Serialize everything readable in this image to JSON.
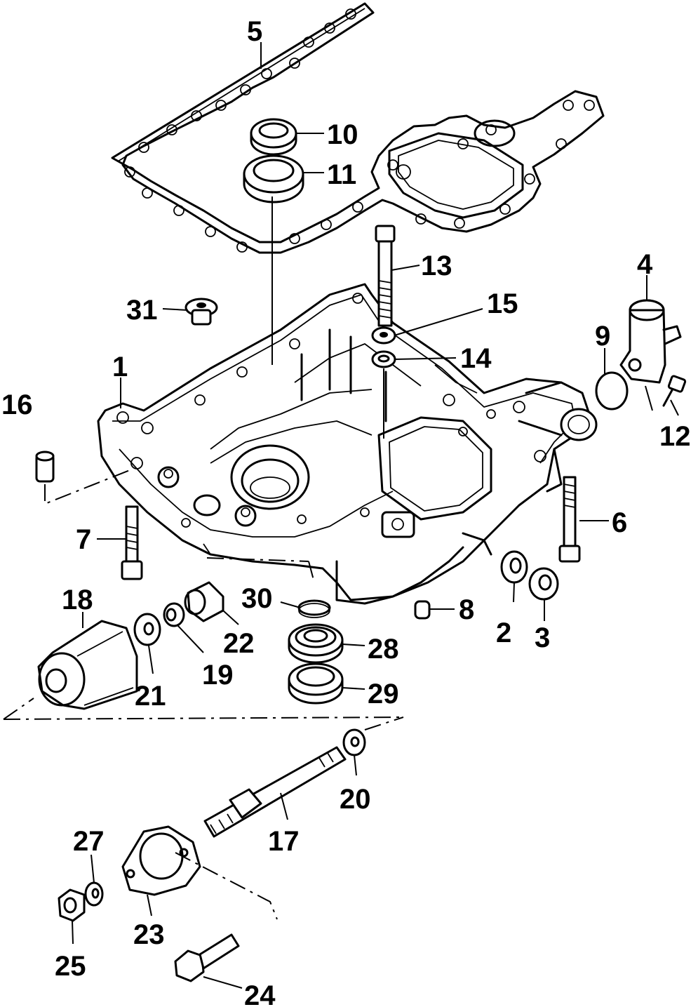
{
  "callouts": {
    "c1": "1",
    "c2": "2",
    "c3": "3",
    "c4": "4",
    "c5": "5",
    "c6": "6",
    "c7": "7",
    "c8": "8",
    "c9": "9",
    "c10": "10",
    "c11": "11",
    "c12": "12",
    "c13": "13",
    "c14": "14",
    "c15": "15",
    "c16": "16",
    "c17": "17",
    "c18": "18",
    "c19": "19",
    "c20": "20",
    "c21": "21",
    "c22": "22",
    "c23": "23",
    "c24": "24",
    "c25": "25",
    "c26": "27",
    "c27": "28",
    "c28": "29",
    "c29": "30",
    "c30": "31"
  }
}
